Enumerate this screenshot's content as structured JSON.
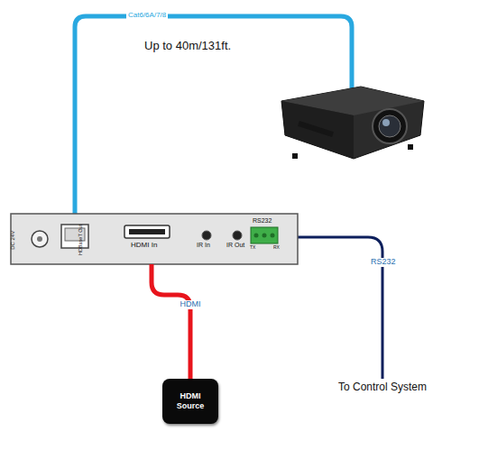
{
  "diagram": {
    "nodes": [
      {
        "text": [
          "DC 24V",
          "HDBaseT Out",
          "HDMI In",
          "IR In",
          "IR Out",
          "RS232",
          "TX",
          "RX"
        ]
      },
      {
        "text": [
          "HDMI Source"
        ]
      }
    ],
    "edges": [
      {
        "from": 1,
        "to": 0,
        "label": "HDMI",
        "arrow": "none"
      }
    ],
    "labels": [
      "Cat6/6A/7/8",
      "Up to 40m/131ft.",
      "RS232",
      "To Control System"
    ]
  }
}
